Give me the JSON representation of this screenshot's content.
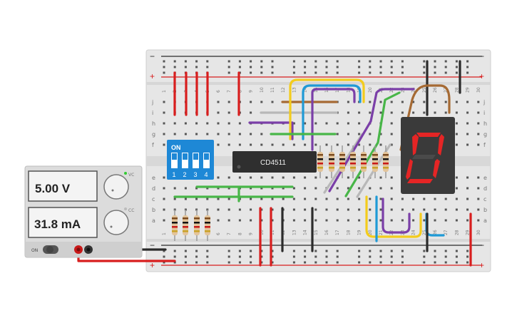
{
  "power_supply": {
    "voltage": "5.00 V",
    "current": "31.8 mA",
    "switch_label": "ON",
    "knob1_label": "VC",
    "knob2_label": "CC"
  },
  "breadboard": {
    "rail_plus": "+",
    "rail_minus": "−",
    "row_labels_top": [
      "j",
      "i",
      "h",
      "g",
      "f"
    ],
    "row_labels_bottom": [
      "e",
      "d",
      "c",
      "b",
      "a"
    ],
    "column_numbers": [
      "1",
      "2",
      "3",
      "4",
      "5",
      "6",
      "7",
      "8",
      "9",
      "10",
      "11",
      "12",
      "13",
      "14",
      "15",
      "16",
      "17",
      "18",
      "19",
      "20",
      "21",
      "22",
      "23",
      "24",
      "25",
      "26",
      "27",
      "28",
      "29",
      "30"
    ]
  },
  "dip_switch": {
    "label": "ON",
    "positions": [
      "1",
      "2",
      "3",
      "4"
    ]
  },
  "chip": {
    "label": "CD4511"
  },
  "display": {
    "digit": "0"
  },
  "colors": {
    "board": "#e8e8e8",
    "rail_red": "#d81e1e",
    "wire_black": "#2b2b2b",
    "wire_yellow": "#f3cc1d",
    "wire_blue": "#1f9ad6",
    "wire_purple": "#7b3fa8",
    "wire_green": "#48b648",
    "wire_brown": "#a66a33",
    "wire_gray": "#b8b8b8",
    "segment_on": "#e52525",
    "segment_off": "#3c3c3c"
  }
}
